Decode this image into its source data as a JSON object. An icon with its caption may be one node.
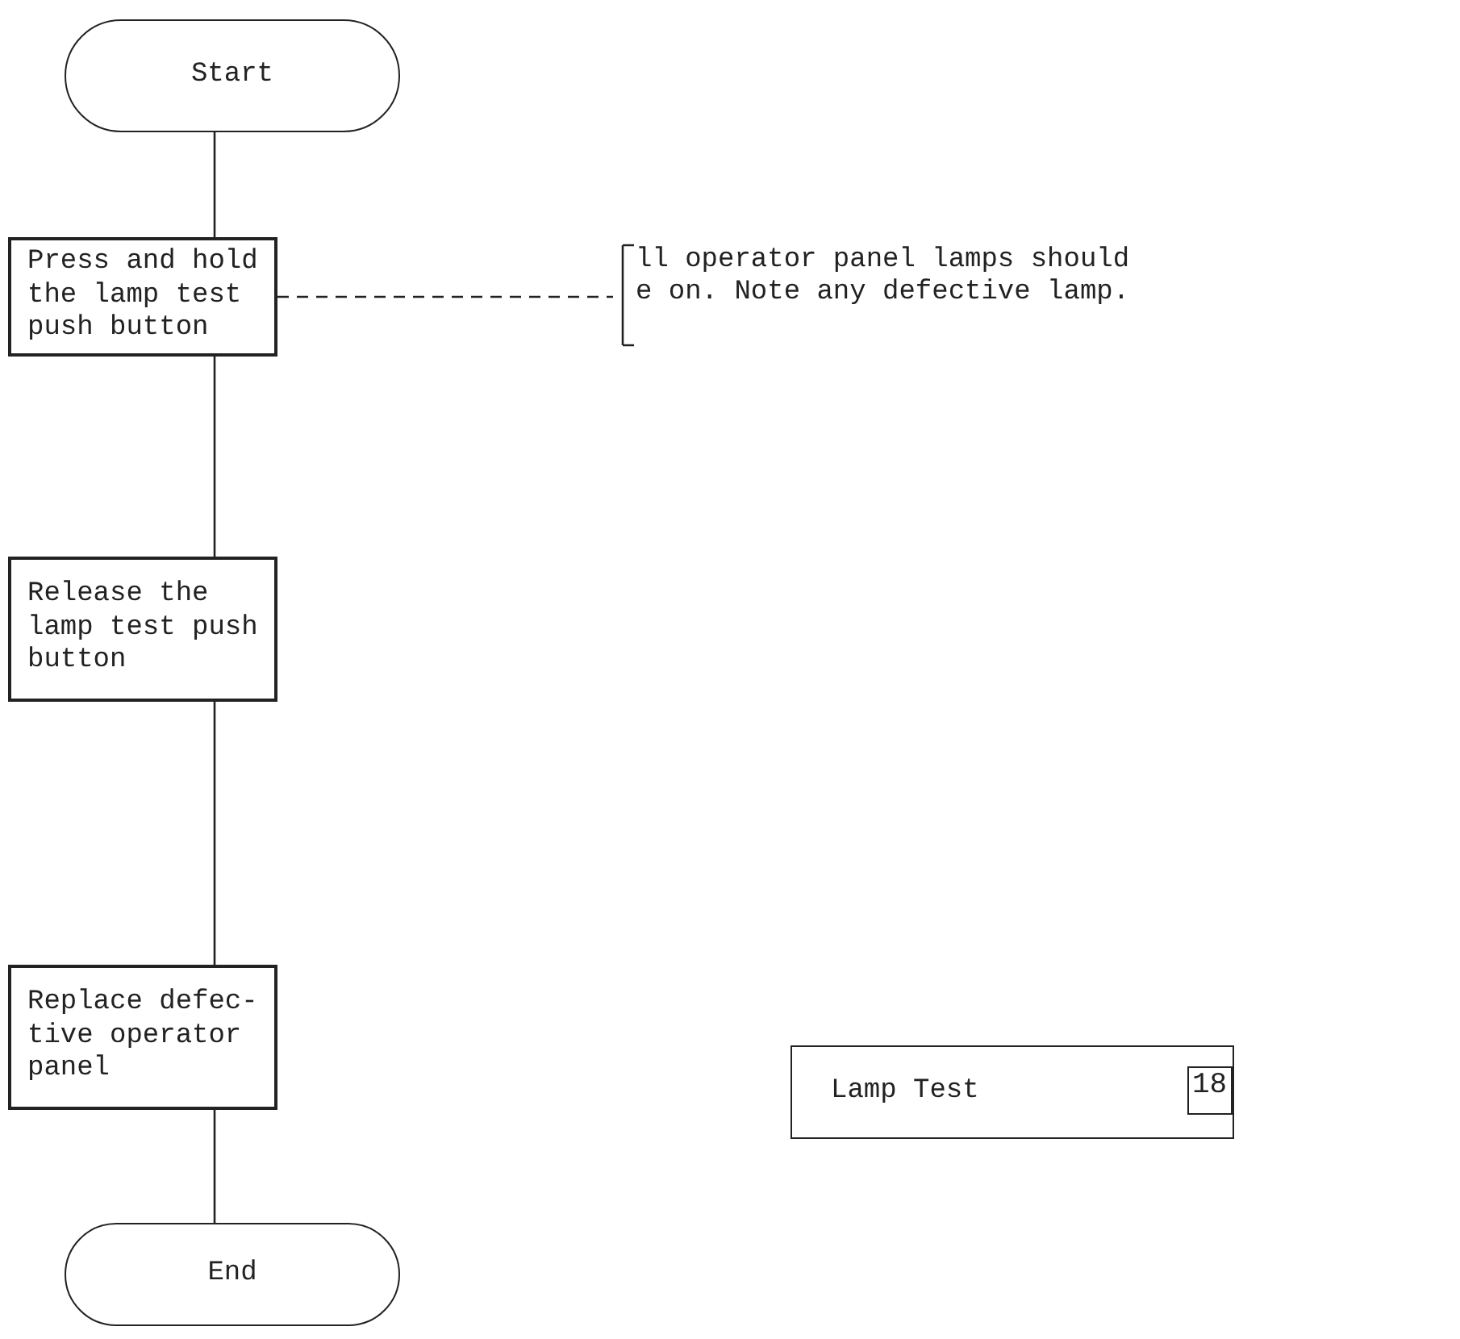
{
  "diagram": {
    "nodes": [
      {
        "text": [
          "Start"
        ]
      },
      {
        "text": [
          "Press and hold the lamp test push button"
        ]
      },
      {
        "text": [
          "ll operator panel lamps should e on. Note any defective lamp."
        ]
      },
      {
        "text": [
          "Release the lamp test push button"
        ]
      },
      {
        "text": [
          "Replace defec- tive operator panel"
        ]
      },
      {
        "text": [
          "End"
        ]
      },
      {
        "text": [
          "Lamp Test"
        ]
      },
      {
        "text": [
          "18"
        ],
        "in": 6
      }
    ],
    "edges": [
      {
        "from": 0,
        "to": 1,
        "arrow": "none"
      },
      {
        "from": 1,
        "to": 2,
        "arrow": "none",
        "style": "dashed"
      },
      {
        "from": 1,
        "to": 3,
        "arrow": "none"
      },
      {
        "from": 3,
        "to": 4,
        "arrow": "none"
      },
      {
        "from": 4,
        "to": 5,
        "arrow": "none"
      }
    ]
  }
}
